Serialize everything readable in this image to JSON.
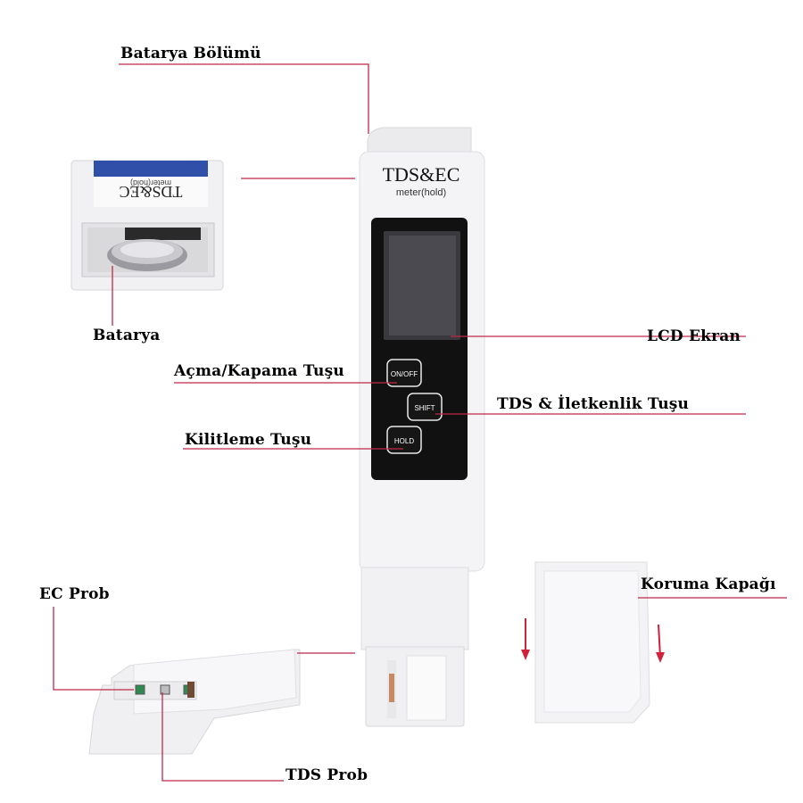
{
  "labels": {
    "battery_compartment": "Batarya Bölümü",
    "battery": "Batarya",
    "lcd_screen": "LCD Ekran",
    "power_button": "Açma/Kapama Tuşu",
    "tds_conductivity_button": "TDS & İletkenlik Tuşu",
    "lock_button": "Kilitleme Tuşu",
    "ec_probe": "EC Prob",
    "protective_cap": "Koruma Kapağı",
    "tds_probe": "TDS Prob"
  },
  "device": {
    "brand": "TDS&EC",
    "model": "meter(hold)",
    "buttons": [
      "ON/OFF",
      "SHIFT",
      "HOLD"
    ]
  },
  "battery_inset": {
    "brand_mirrored": "TDS&EC",
    "model_mirrored": "meter(hold)"
  },
  "colors": {
    "leader_line": "#c0284a",
    "arrow": "#d0203a",
    "device_body": "#f3f3f5",
    "panel": "#111111"
  }
}
